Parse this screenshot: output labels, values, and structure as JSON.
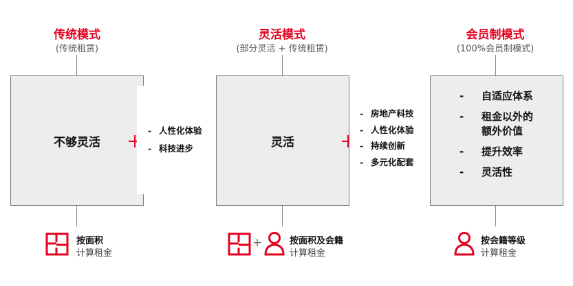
{
  "colors": {
    "accent": "#e4001f",
    "box_fill": "#ededed",
    "box_border": "#7a7a7a"
  },
  "models": [
    {
      "title": "传统模式",
      "subtitle": "(传统租赁)",
      "box_label": "不够灵活",
      "billing_line1": "按面积",
      "billing_line2": "计算租金"
    },
    {
      "title": "灵活模式",
      "subtitle": "(部分灵活 + 传统租赁)",
      "box_label": "灵活",
      "billing_line1": "按面积及会籍",
      "billing_line2": "计算租金"
    },
    {
      "title": "会员制模式",
      "subtitle": "(100%会员制模式)",
      "billing_line1": "按会籍等级",
      "billing_line2": "计算租金"
    }
  ],
  "features_1": [
    "人性化体验",
    "科技进步"
  ],
  "features_2": [
    "房地产科技",
    "人性化体验",
    "持续创新",
    "多元化配套"
  ],
  "features_3": [
    "自适应体系",
    "租金以外的",
    "额外价值",
    "提升效率",
    "灵活性"
  ],
  "dash": "-",
  "billing_plus": "+",
  "icons": [
    "floor-plan-icon",
    "person-icon"
  ]
}
